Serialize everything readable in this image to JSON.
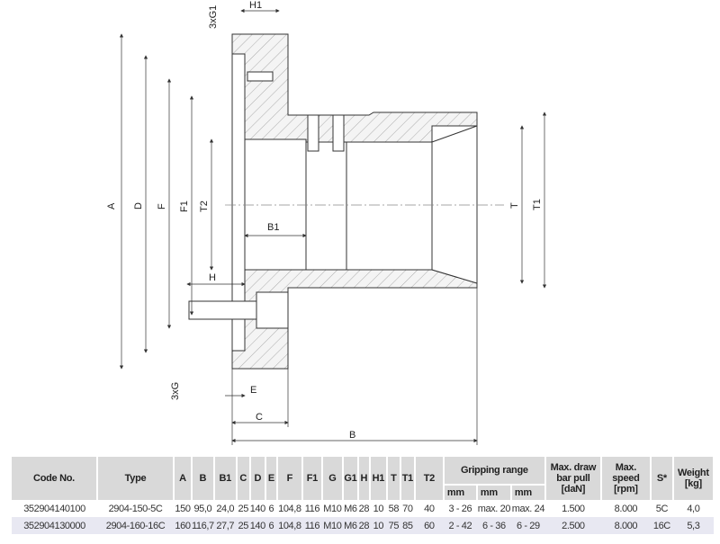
{
  "drawing": {
    "labels": {
      "H1": "H1",
      "G1": "3xG1",
      "A": "A",
      "D": "D",
      "F": "F",
      "F1": "F1",
      "T2": "T2",
      "B1": "B1",
      "H": "H",
      "G": "3xG",
      "E": "E",
      "C": "C",
      "B": "B",
      "T": "T",
      "T1": "T1"
    }
  },
  "table": {
    "headers": [
      "Code No.",
      "Type",
      "A",
      "B",
      "B1",
      "C",
      "D",
      "E",
      "F",
      "F1",
      "G",
      "G1",
      "H",
      "H1",
      "T",
      "T1",
      "T2"
    ],
    "gripping_range": "Gripping range",
    "gripping_units": [
      "mm",
      "mm",
      "mm"
    ],
    "draw_bar_pull": [
      "Max. draw",
      "bar pull",
      "[daN]"
    ],
    "speed": [
      "Max.",
      "speed",
      "[rpm]"
    ],
    "s": "S*",
    "weight": [
      "Weight",
      "[kg]"
    ],
    "rows": [
      [
        "352904140100",
        "2904-150-5C",
        "150",
        "95,0",
        "24,0",
        "25",
        "140",
        "6",
        "104,8",
        "116",
        "M10",
        "M6",
        "28",
        "10",
        "58",
        "70",
        "40",
        "3 - 26",
        "max. 20",
        "max. 24",
        "1.500",
        "8.000",
        "5C",
        "4,0"
      ],
      [
        "352904130000",
        "2904-160-16C",
        "160",
        "116,7",
        "27,7",
        "25",
        "140",
        "6",
        "104,8",
        "116",
        "M10",
        "M6",
        "28",
        "10",
        "75",
        "85",
        "60",
        "2 - 42",
        "6 - 36",
        "6 - 29",
        "2.500",
        "8.000",
        "16C",
        "5,3"
      ]
    ]
  }
}
